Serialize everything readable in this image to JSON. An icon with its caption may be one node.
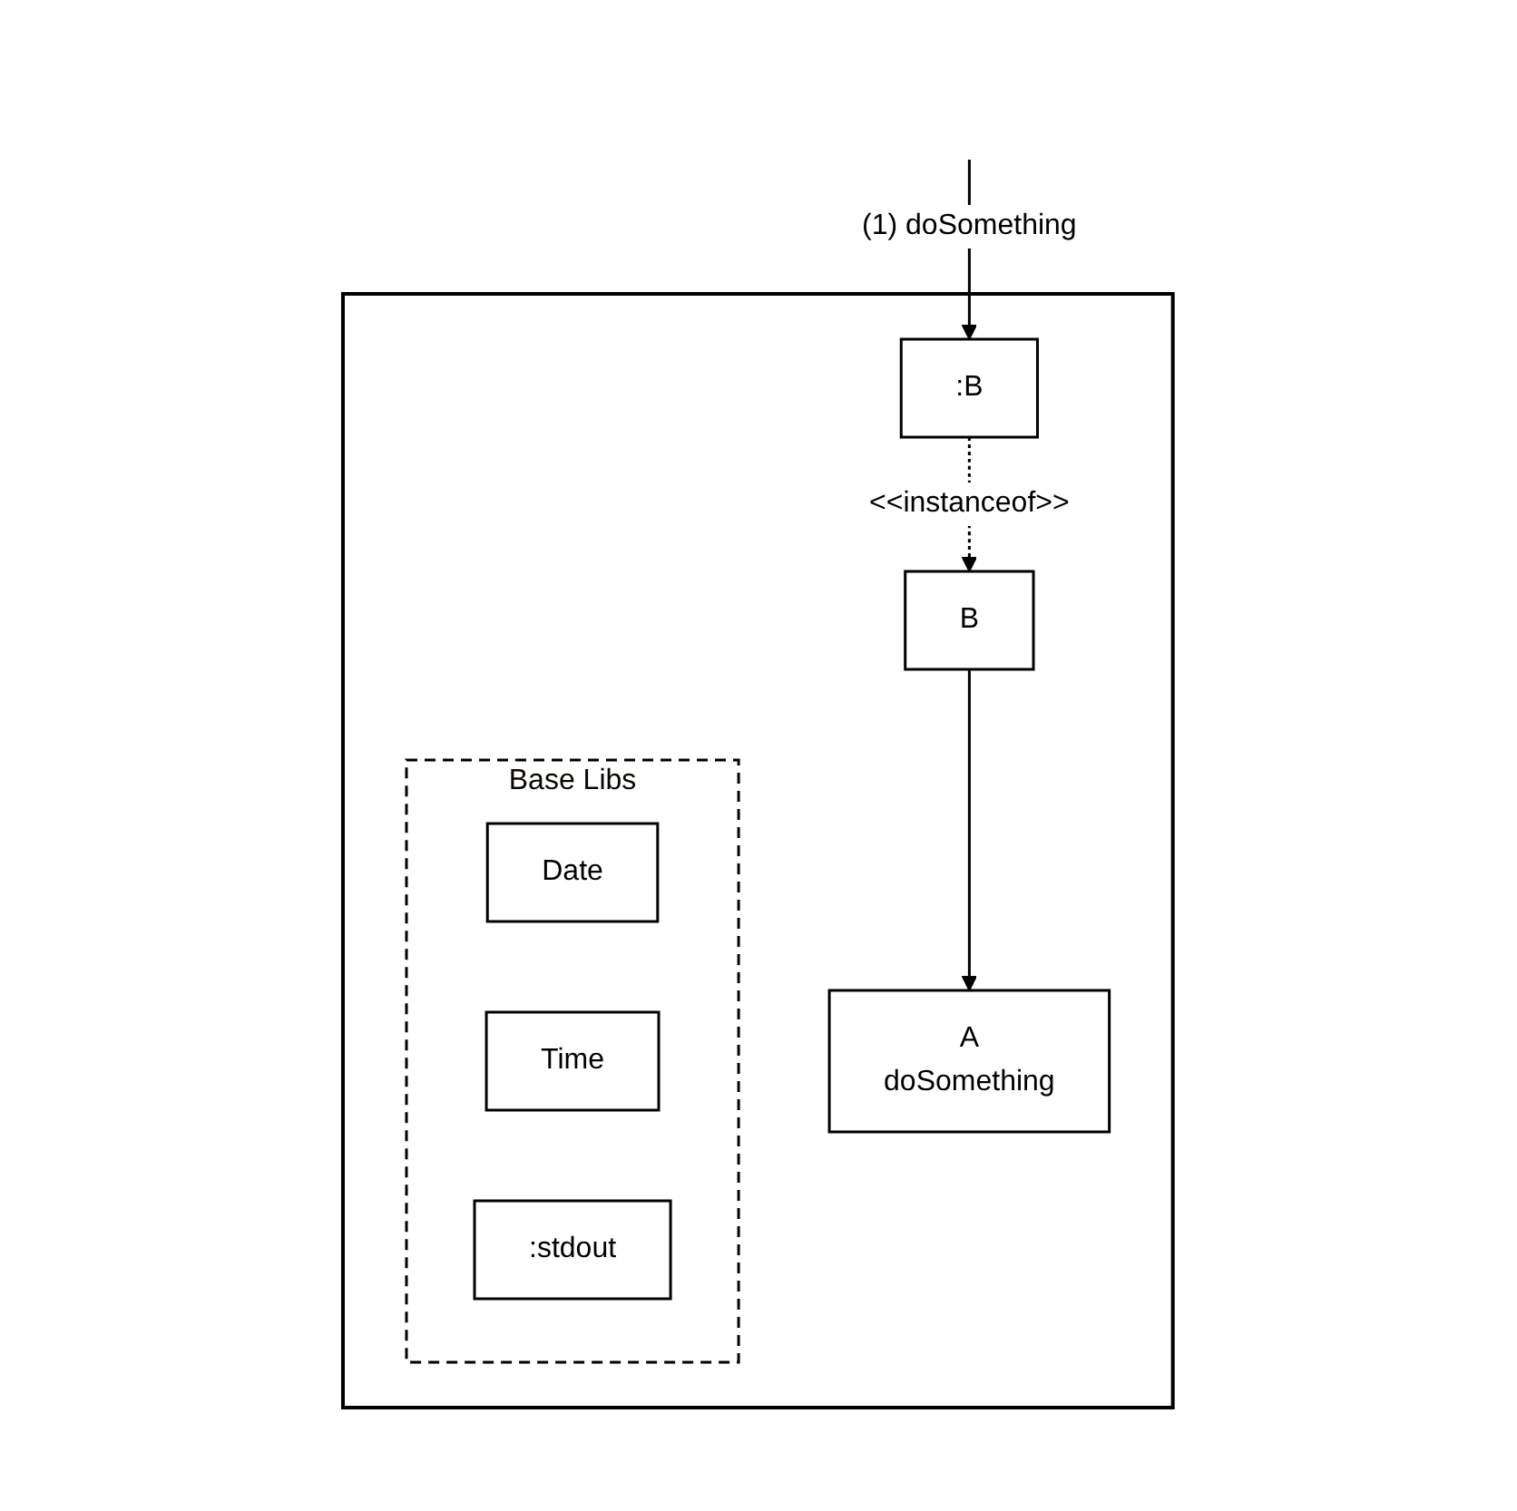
{
  "diagram": {
    "nodes": [
      {
        "text": [],
        "shape": "box"
      },
      {
        "text": [
          "A",
          "doSomething"
        ],
        "in": 0
      },
      {
        "text": [
          ":B"
        ],
        "in": 0
      },
      {
        "text": [
          "B"
        ],
        "in": 0
      },
      {
        "text": [
          "Base Libs"
        ],
        "in": 0
      },
      {
        "text": [
          "Date"
        ],
        "in": 4
      },
      {
        "text": [
          "Time"
        ],
        "in": 4
      },
      {
        "text": [
          ":stdout"
        ],
        "in": 4
      }
    ],
    "edges": [
      {
        "from": null,
        "to": 2,
        "arrow": "to",
        "label": "(1) doSomething"
      },
      {
        "from": 2,
        "to": 3,
        "arrow": "to",
        "style": "dashed",
        "label": "<<instanceof>>"
      },
      {
        "from": 3,
        "to": 1,
        "arrow": "to"
      }
    ]
  }
}
